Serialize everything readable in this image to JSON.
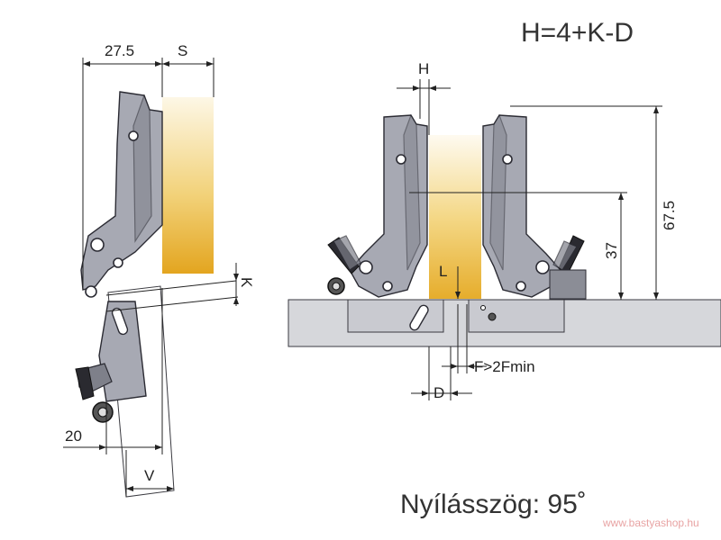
{
  "formula": "H=4+K-D",
  "labels": {
    "dim_27_5": "27.5",
    "dim_s": "S",
    "dim_k": "K",
    "dim_20": "20",
    "dim_v": "V",
    "dim_h": "H",
    "dim_67_5": "67.5",
    "dim_37": "37",
    "dim_l": "L",
    "dim_f": "F>2Fmin",
    "dim_d": "D"
  },
  "caption": "Nyílásszög: 95˚",
  "watermark": "www.bastyashop.hu",
  "colors": {
    "hinge": "#a7a9b3",
    "door_gold": "#e9b93a",
    "cabinet": "#d6d7db",
    "watermark": "#e8a3a3"
  }
}
